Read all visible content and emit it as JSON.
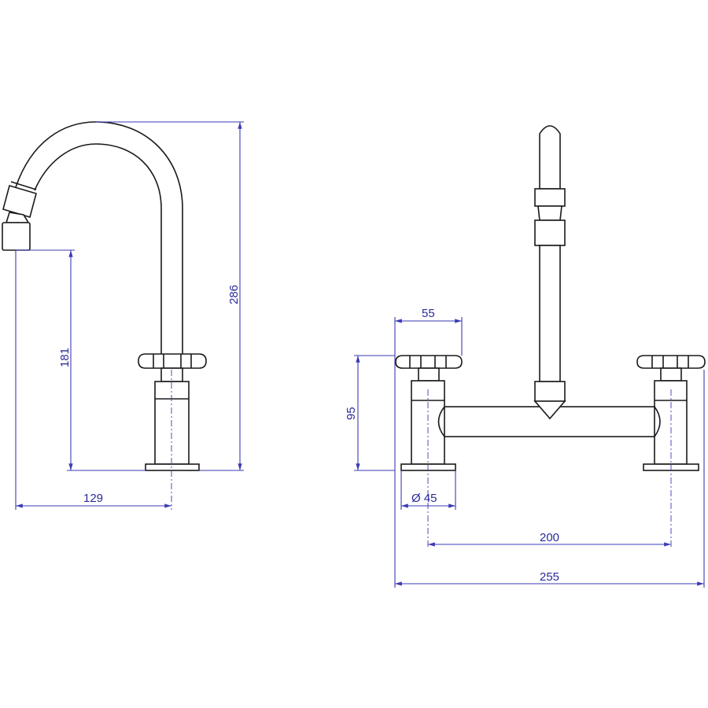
{
  "side_view": {
    "height_total": "286",
    "spout_height": "181",
    "spout_reach": "129"
  },
  "front_view": {
    "handle_width": "55",
    "valve_height": "95",
    "base_diameter": "Ø 45",
    "center_distance": "200",
    "overall_width": "255"
  },
  "colors": {
    "line": "#1a1a1a",
    "dimension": "#3b3bb5"
  }
}
